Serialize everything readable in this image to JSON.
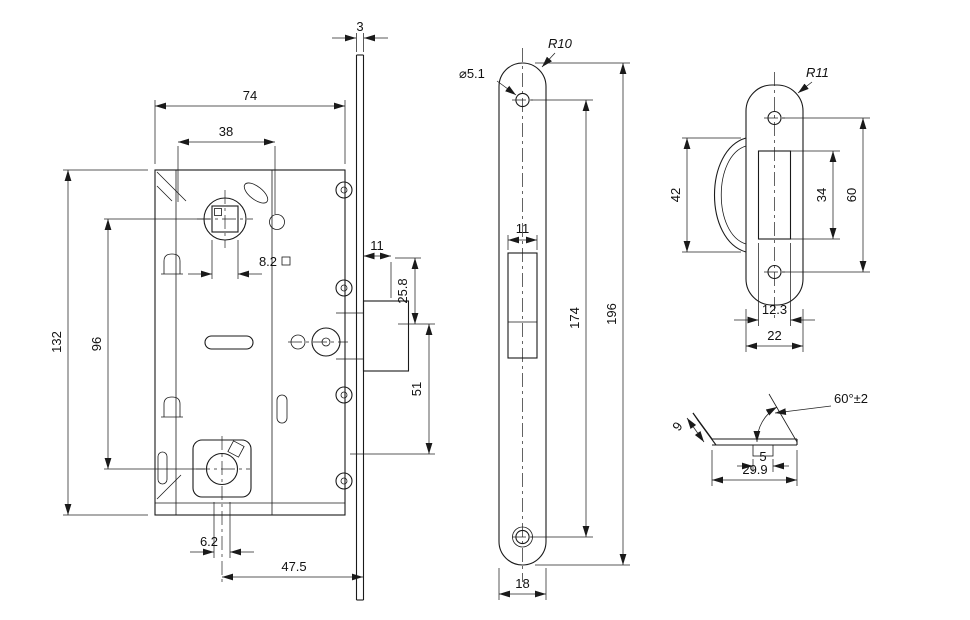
{
  "drawing": {
    "background": "#ffffff",
    "line_color": "#1a1a1a",
    "views": {
      "lock_body": {
        "plate_thickness": "3",
        "body_width": "74",
        "spindle_inset": "38",
        "spindle_square": "8.2",
        "body_height": "132",
        "centers_span": "96",
        "bottom_square": "6.2",
        "backset": "47.5",
        "latch_depth": "11",
        "latch_height": "25.8",
        "latch_offset": "51"
      },
      "faceplate": {
        "hole_diameter": "⌀5.1",
        "corner_radius": "R10",
        "slot_width": "11",
        "hole_centers": "174",
        "total_length": "196",
        "plate_width": "18"
      },
      "strike_plate": {
        "corner_radius": "R11",
        "box_height": "42",
        "cutout_height": "34",
        "hole_centers": "60",
        "cutout_width": "12.3",
        "plate_width": "22"
      },
      "strike_profile": {
        "bend_angle": "60°±2",
        "lip_length": "9",
        "tab_width": "5",
        "flat_width": "29.9"
      }
    }
  }
}
